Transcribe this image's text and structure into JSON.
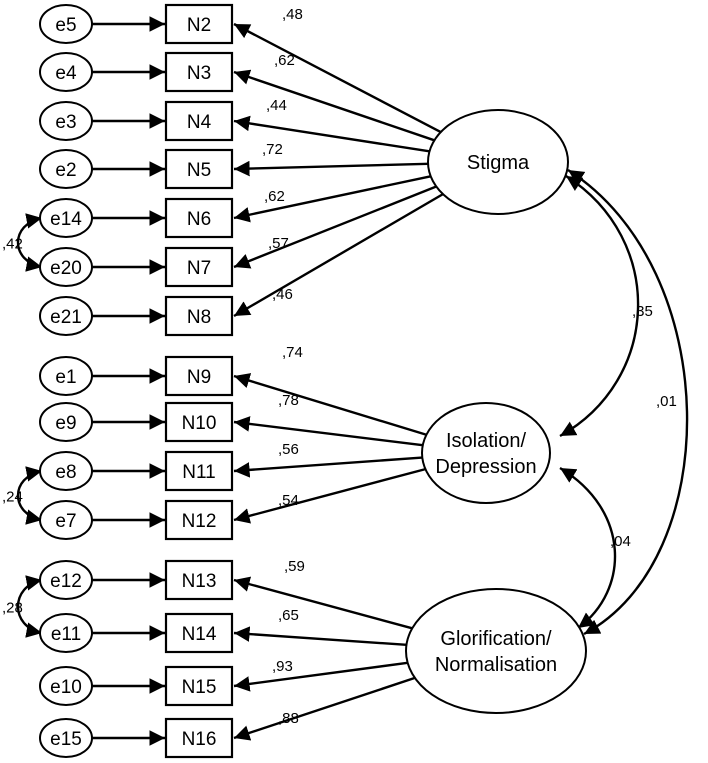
{
  "latent_factors": {
    "stigma": {
      "label_lines": [
        "Stigma"
      ]
    },
    "isolation": {
      "label_lines": [
        "Isolation/",
        "Depression"
      ]
    },
    "glorification": {
      "label_lines": [
        "Glorification/",
        "Normalisation"
      ]
    }
  },
  "indicators": [
    {
      "item": "N2",
      "error": "e5",
      "factor": "stigma",
      "loading": ",48"
    },
    {
      "item": "N3",
      "error": "e4",
      "factor": "stigma",
      "loading": ",62"
    },
    {
      "item": "N4",
      "error": "e3",
      "factor": "stigma",
      "loading": ",44"
    },
    {
      "item": "N5",
      "error": "e2",
      "factor": "stigma",
      "loading": ",72"
    },
    {
      "item": "N6",
      "error": "e14",
      "factor": "stigma",
      "loading": ",62"
    },
    {
      "item": "N7",
      "error": "e20",
      "factor": "stigma",
      "loading": ",57"
    },
    {
      "item": "N8",
      "error": "e21",
      "factor": "stigma",
      "loading": ",46"
    },
    {
      "item": "N9",
      "error": "e1",
      "factor": "isolation",
      "loading": ",74"
    },
    {
      "item": "N10",
      "error": "e9",
      "factor": "isolation",
      "loading": ",78"
    },
    {
      "item": "N11",
      "error": "e8",
      "factor": "isolation",
      "loading": ",56"
    },
    {
      "item": "N12",
      "error": "e7",
      "factor": "isolation",
      "loading": ",54"
    },
    {
      "item": "N13",
      "error": "e12",
      "factor": "glorification",
      "loading": ",59"
    },
    {
      "item": "N14",
      "error": "e11",
      "factor": "glorification",
      "loading": ",65"
    },
    {
      "item": "N15",
      "error": "e10",
      "factor": "glorification",
      "loading": ",93"
    },
    {
      "item": "N16",
      "error": "e15",
      "factor": "glorification",
      "loading": ",88"
    }
  ],
  "error_covariances": [
    {
      "from": "e14",
      "to": "e20",
      "value": ",42"
    },
    {
      "from": "e8",
      "to": "e7",
      "value": ",24"
    },
    {
      "from": "e12",
      "to": "e11",
      "value": ",28"
    }
  ],
  "factor_correlations": [
    {
      "from": "stigma",
      "to": "isolation",
      "value": ",35"
    },
    {
      "from": "isolation",
      "to": "glorification",
      "value": ",04"
    },
    {
      "from": "stigma",
      "to": "glorification",
      "value": ",01"
    }
  ]
}
